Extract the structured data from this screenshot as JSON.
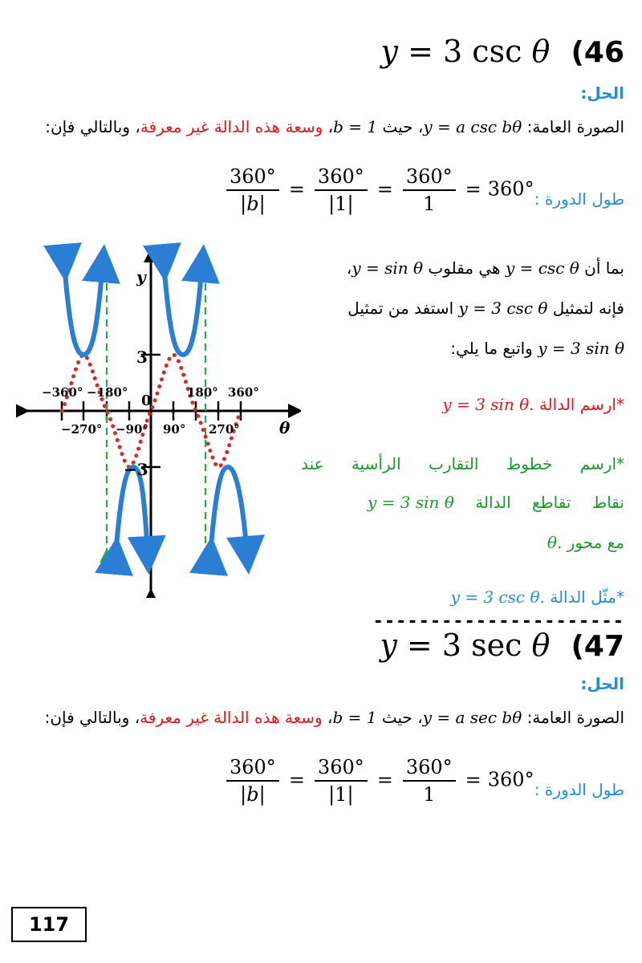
{
  "problem46": {
    "number": "46",
    "paren": "(",
    "eq_lhs": "y",
    "eq_rhs_coef": "3",
    "eq_func": "csc",
    "eq_var": "θ",
    "solution_label": "الحل:",
    "general_prefix": "الصورة العامة:",
    "general_form": "y = a csc bθ",
    "general_where": "، حيث",
    "b_value": "b = 1",
    "amplitude_note": "وسعة هذه الدالة غير معرفة",
    "conclusion": "، وبالتالي فإن:",
    "period_label": "طول الدورة :",
    "period_fracs": [
      {
        "num": "360°",
        "den": "|b|"
      },
      {
        "num": "360°",
        "den": "|1|"
      },
      {
        "num": "360°",
        "den": "1"
      }
    ],
    "period_result": "360°",
    "explain_line1_a": "بما أن",
    "explain_line1_eq1": "y = csc θ",
    "explain_line1_b": "هي مقلوب",
    "explain_line1_eq2": "y = sin θ",
    "explain_line1_c": "،",
    "explain_line2_a": "فإنه لتمثيل",
    "explain_line2_eq": "y = 3 csc θ",
    "explain_line2_b": "استفد من تمثيل",
    "explain_line3_eq": "y = 3 sin θ",
    "explain_line3_b": "واتبع ما يلي:",
    "step1_text": "*ارسم الدالة",
    "step1_eq": "y = 3 sin θ.",
    "step2_line1": "*ارسم خطوط التقارب الرأسية عند",
    "step2_line2_a": "نقاط تقاطع الدالة",
    "step2_line2_eq": "y = 3 sin θ",
    "step2_line3": "مع محور",
    "step2_line3_eq": "θ.",
    "step3_text": "*مثّل الدالة",
    "step3_eq": "y = 3 csc θ."
  },
  "separator": "----------------------",
  "problem47": {
    "number": "47",
    "paren": "(",
    "eq_lhs": "y",
    "eq_rhs_coef": "3",
    "eq_func": "sec",
    "eq_var": "θ",
    "solution_label": "الحل:",
    "general_prefix": "الصورة العامة:",
    "general_form": "y = a sec bθ",
    "general_where": "، حيث",
    "b_value": "b = 1",
    "amplitude_note": "وسعة هذه الدالة غير معرفة",
    "conclusion": "، وبالتالي فإن:",
    "period_label": "طول الدورة :",
    "period_fracs": [
      {
        "num": "360°",
        "den": "|b|"
      },
      {
        "num": "360°",
        "den": "|1|"
      },
      {
        "num": "360°",
        "den": "1"
      }
    ],
    "period_result": "360°"
  },
  "graph": {
    "y_axis_label": "y",
    "x_axis_label": "θ",
    "origin_label": "0",
    "y_tick_labels": [
      "3",
      "−3"
    ],
    "x_tick_labels_top": [
      "−360°",
      "−180°",
      "180°",
      "360°"
    ],
    "x_tick_labels_bottom": [
      "−270°",
      "−90°",
      "90°",
      "270°"
    ],
    "colors": {
      "csc_curve": "#2a7fd4",
      "sin_curve": "#d42a2a",
      "asymptote": "#2aa84a"
    }
  },
  "page_number": "117"
}
